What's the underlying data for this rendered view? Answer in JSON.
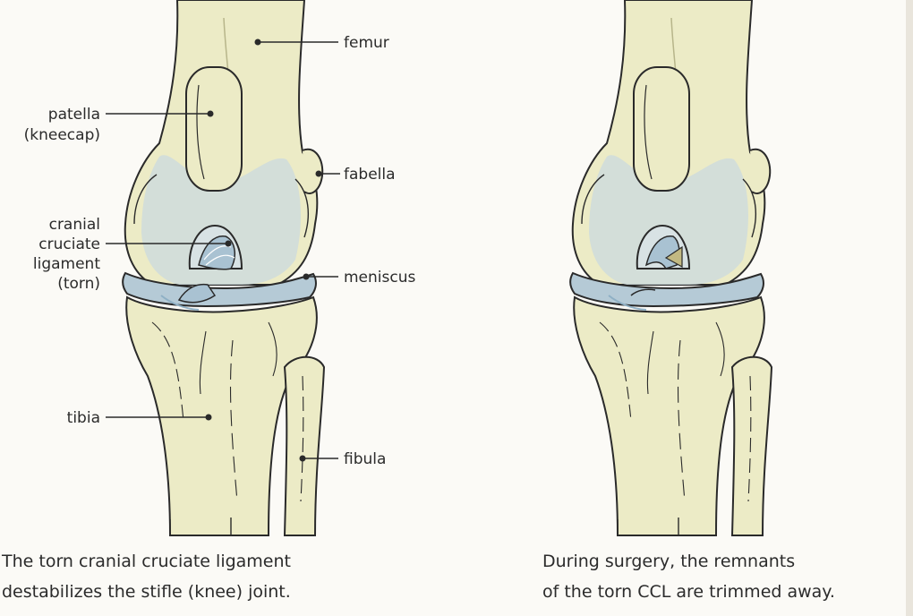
{
  "labels": {
    "femur": "femur",
    "patella_1": "patella",
    "patella_2": "(kneecap)",
    "fabella": "fabella",
    "ccl_1": "cranial",
    "ccl_2": "cruciate",
    "ccl_3": "ligament",
    "ccl_4": "(torn)",
    "meniscus": "meniscus",
    "tibia": "tibia",
    "fibula": "fibula"
  },
  "captions": {
    "left_line1": "The torn cranial cruciate ligament",
    "left_line2": "destabilizes the stifle (knee) joint.",
    "right_line1": "During surgery, the remnants",
    "right_line2": "of the torn CCL are trimmed away."
  },
  "colors": {
    "bone": "#ecebc6",
    "bone_shade": "#dcdcac",
    "cartilage": "#c9d7dc",
    "meniscus": "#b5cad6",
    "ligament": "#9fb9cc",
    "outline": "#2a2a2a"
  }
}
